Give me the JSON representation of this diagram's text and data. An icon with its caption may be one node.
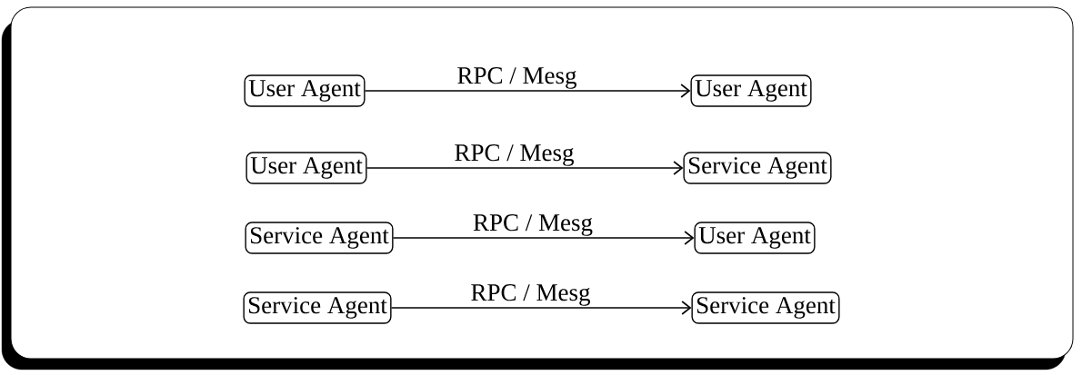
{
  "diagram": {
    "nodes": [
      {
        "text": [
          "User Agent"
        ]
      },
      {
        "text": [
          "User Agent"
        ]
      },
      {
        "text": [
          "User Agent"
        ]
      },
      {
        "text": [
          "Service Agent"
        ]
      },
      {
        "text": [
          "Service Agent"
        ]
      },
      {
        "text": [
          "User Agent"
        ]
      },
      {
        "text": [
          "Service Agent"
        ]
      },
      {
        "text": [
          "Service Agent"
        ]
      }
    ],
    "edges": [
      {
        "from": 0,
        "to": 1,
        "arrow": "to",
        "label": "RPC / Mesg"
      },
      {
        "from": 2,
        "to": 3,
        "arrow": "to",
        "label": "RPC / Mesg"
      },
      {
        "from": 4,
        "to": 5,
        "arrow": "to",
        "label": "RPC / Mesg"
      },
      {
        "from": 6,
        "to": 7,
        "arrow": "to",
        "label": "RPC / Mesg"
      }
    ]
  }
}
